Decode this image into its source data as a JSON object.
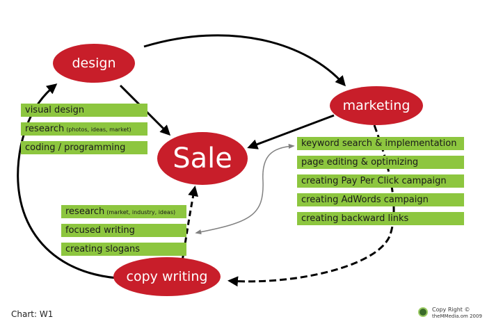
{
  "nodes": {
    "design": "design",
    "marketing": "marketing",
    "sale": "Sale",
    "copy_writing": "copy writing"
  },
  "design_items": [
    {
      "label": "visual design",
      "note": ""
    },
    {
      "label": "research",
      "note": "(photos, ideas, market)"
    },
    {
      "label": "coding / programming",
      "note": ""
    }
  ],
  "marketing_items": [
    {
      "label": "keyword search & implementation"
    },
    {
      "label": "page editing & optimizing"
    },
    {
      "label": "creating Pay Per Click campaign"
    },
    {
      "label": "creating AdWords campaign"
    },
    {
      "label": "creating backward links"
    }
  ],
  "copy_items": [
    {
      "label": "research",
      "note": "(market, industry, ideas)"
    },
    {
      "label": "focused writing",
      "note": ""
    },
    {
      "label": "creating slogans",
      "note": ""
    }
  ],
  "footer": {
    "chart_label": "Chart: W1",
    "copyright_line1": "Copy Right ©",
    "copyright_line2": "theMMedia.om 2009"
  },
  "colors": {
    "node_fill": "#c81e2a",
    "tag_fill": "#8dc63f",
    "arrow_main": "#000000",
    "arrow_link": "#808080"
  }
}
